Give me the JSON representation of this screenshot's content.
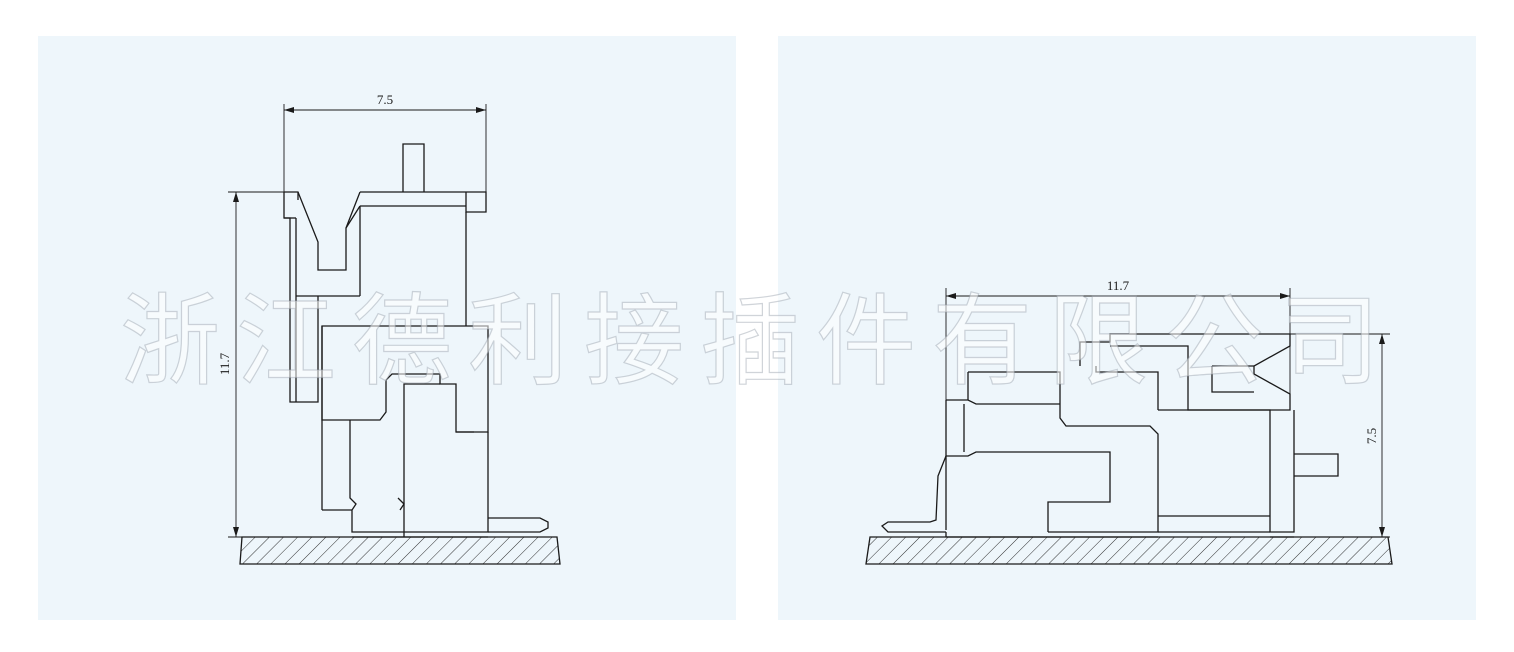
{
  "left_view": {
    "width_dimension": "7.5",
    "height_dimension": "11.7"
  },
  "right_view": {
    "width_dimension": "11.7",
    "height_dimension": "7.5"
  },
  "watermark": "浙江德利接插件有限公司",
  "colors": {
    "panel_background": "#eef6fb",
    "line": "#1a1a1a"
  }
}
